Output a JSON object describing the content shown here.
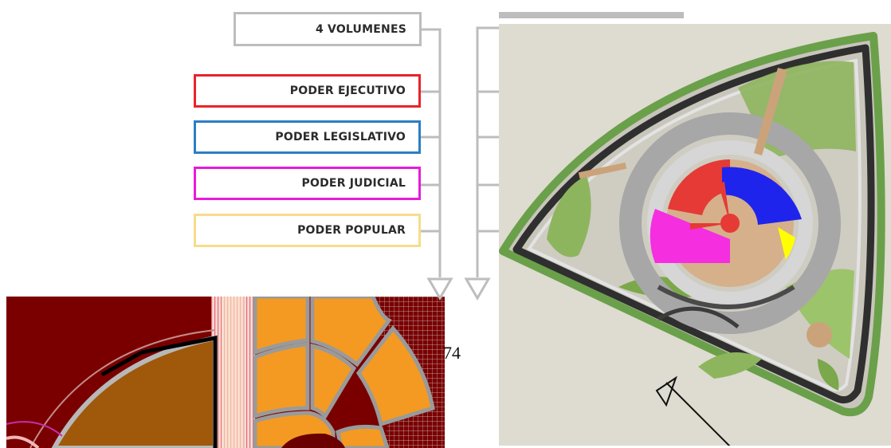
{
  "legend": {
    "title": "4 VOLUMENES",
    "items": [
      {
        "label": "PODER EJECUTIVO",
        "color": "#e8232b"
      },
      {
        "label": "PODER LEGISLATIVO",
        "color": "#2c7ec4"
      },
      {
        "label": "PODER JUDICIAL",
        "color": "#e61cdb"
      },
      {
        "label": "PODER POPULAR",
        "color": "#f7dc8a"
      }
    ]
  },
  "page_number": "74",
  "plan_colors": {
    "executive": "#e53a35",
    "legislative": "#1f24ec",
    "judicial": "#f52ee0",
    "popular": "#ffff00",
    "detail_dark_red": "#7a0000",
    "detail_orange": "#f49a22"
  }
}
